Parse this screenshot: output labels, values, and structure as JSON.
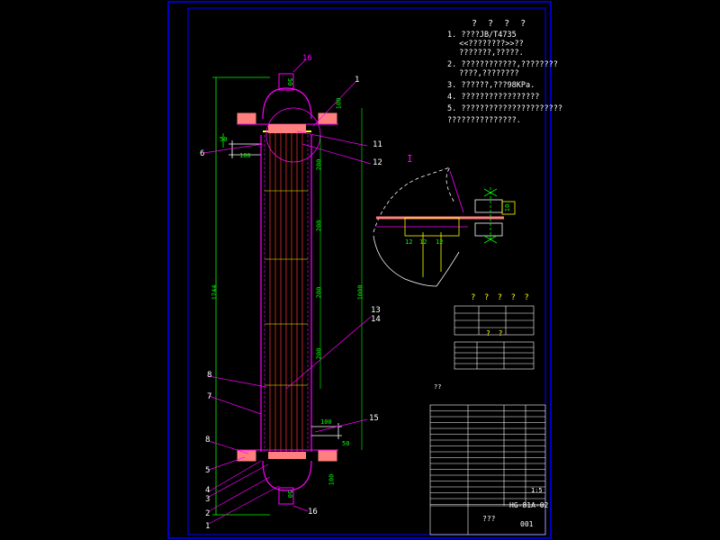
{
  "notes": {
    "heading": "? ? ? ?",
    "items": [
      {
        "num": "1.",
        "lines": [
          "????JB/T4735",
          "<<????????>>??",
          "???????,?????."
        ]
      },
      {
        "num": "2.",
        "lines": [
          "????????????,????????",
          "????,????????"
        ]
      },
      {
        "num": "3.",
        "lines": [
          "??????,???98KPa."
        ]
      },
      {
        "num": "4.",
        "lines": [
          "?????????????????"
        ]
      },
      {
        "num": "5.",
        "lines": [
          "??????????????????????"
        ]
      },
      {
        "num": "",
        "lines": [
          "???????????????."
        ]
      }
    ]
  },
  "detail_view": {
    "label": "I",
    "dims": [
      "12",
      "12",
      "12",
      "10"
    ]
  },
  "main_view": {
    "part_numbers": [
      "16",
      "1",
      "11",
      "12",
      "6",
      "13",
      "14",
      "8",
      "7",
      "15",
      "8",
      "5",
      "4",
      "3",
      "2",
      "1",
      "16"
    ],
    "dims": {
      "top_nozzle": "50",
      "left_nozzle_len": "100",
      "left_nozzle_w": "50",
      "flange_h": "100",
      "overall_h": "1744",
      "tube_len": "1000",
      "spacing_1": "200",
      "spacing_2": "200",
      "spacing_3": "200",
      "spacing_4": "200",
      "bottom_nozzle_len": "100",
      "bottom_nozzle_w": "50",
      "bottom_flange_h": "100",
      "small": "50"
    }
  },
  "tech_table": {
    "heading": "? ? ? ? ?"
  },
  "nozzle_table": {
    "heading": "? ?"
  },
  "small_label": "??",
  "title_block": {
    "drawing_no": "HG-81A-02",
    "sheet": "001",
    "scale": "1:5",
    "name": "???"
  },
  "colors": {
    "frame": "#0000ff",
    "shell": "#ff00ff",
    "dim": "#00ff00",
    "tubes": "#ff3333",
    "flange": "#ff7f7f",
    "detail": "#ffffff",
    "accent": "#ffff00",
    "cyan": "#00ffff"
  }
}
